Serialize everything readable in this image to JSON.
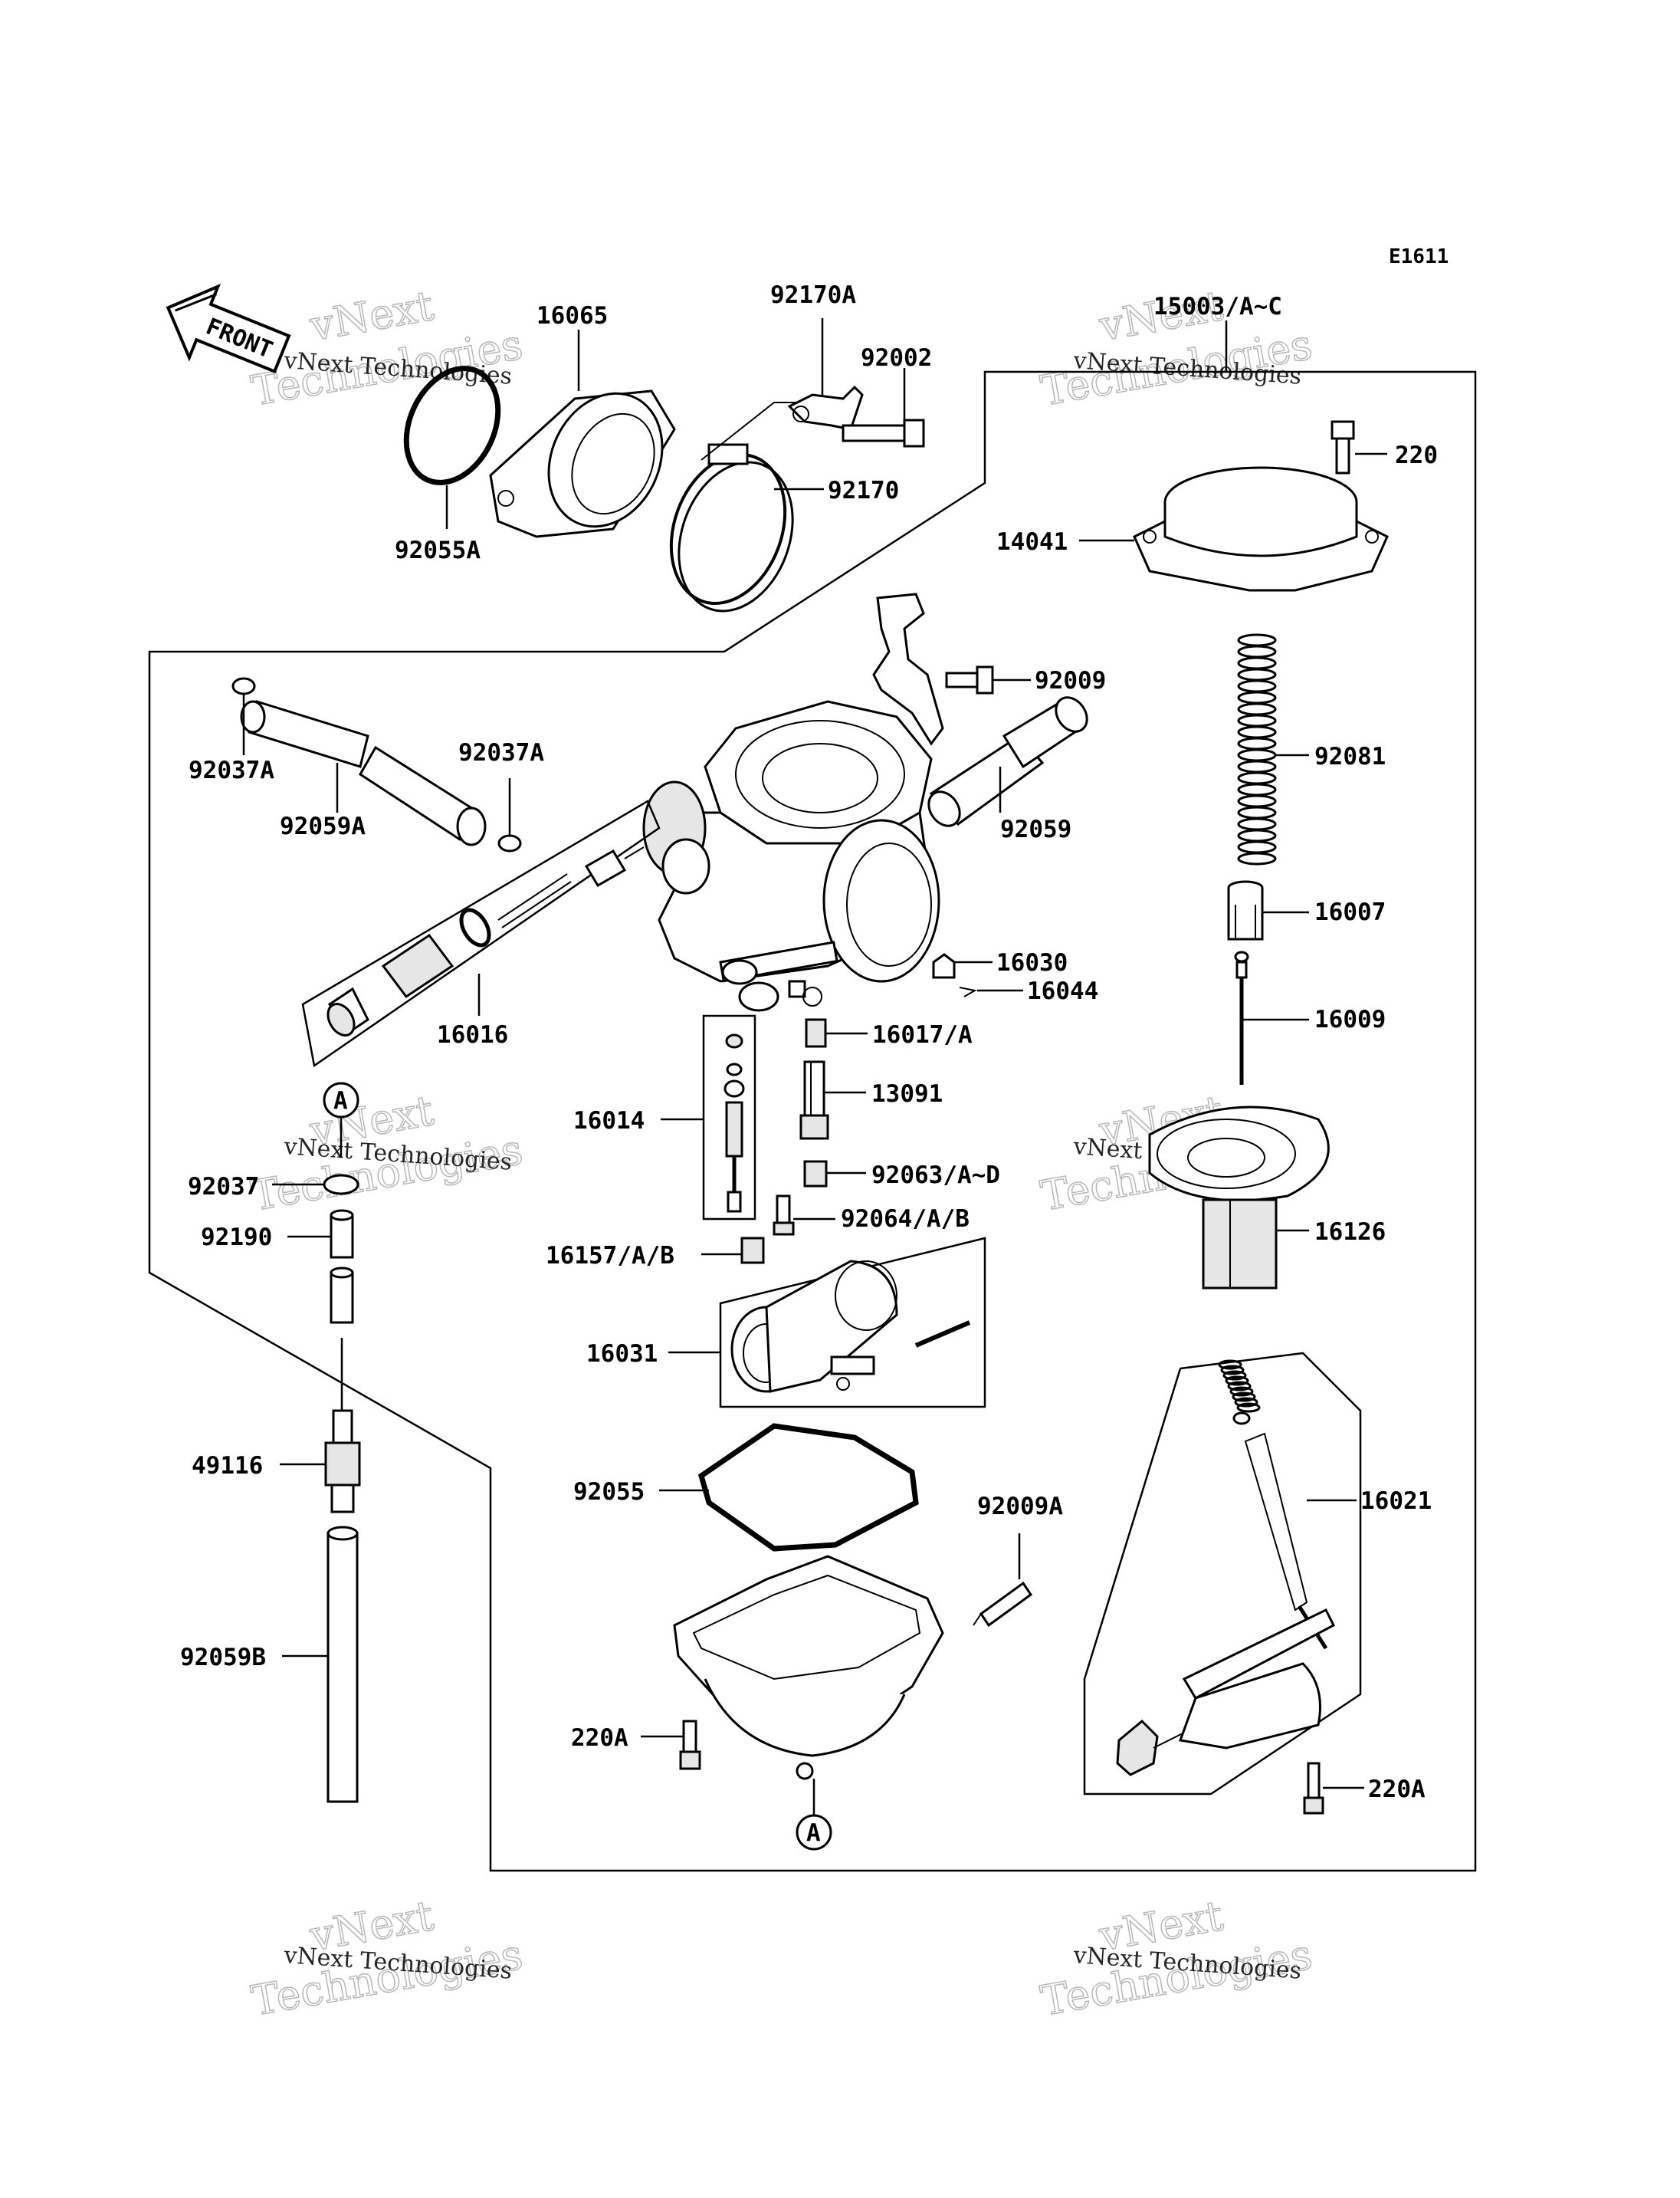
{
  "diagram_code": "E1611",
  "front_label": "FRONT",
  "ref_marker": "A",
  "watermarks": [
    {
      "line1": "vNext",
      "line2": "Technologies",
      "small": "vNext Technologies"
    },
    {
      "line1": "vNext",
      "line2": "Technologies",
      "small": "vNext Technologies"
    },
    {
      "line1": "vNext",
      "line2": "Technologies",
      "small": "vNext Technologies"
    },
    {
      "line1": "vNext",
      "line2": "Technologies",
      "small": "vNext Technologies"
    },
    {
      "line1": "vNext",
      "line2": "Technologies",
      "small": "vNext Technologies"
    },
    {
      "line1": "vNext",
      "line2": "Technologies",
      "small": "vNext Technologies"
    }
  ],
  "parts": [
    {
      "id": "16065",
      "label": "16065"
    },
    {
      "id": "92170A",
      "label": "92170A"
    },
    {
      "id": "92002",
      "label": "92002"
    },
    {
      "id": "15003",
      "label": "15003/A~C"
    },
    {
      "id": "220",
      "label": "220"
    },
    {
      "id": "92170",
      "label": "92170"
    },
    {
      "id": "92055A",
      "label": "92055A"
    },
    {
      "id": "14041",
      "label": "14041"
    },
    {
      "id": "92009",
      "label": "92009"
    },
    {
      "id": "92037A-1",
      "label": "92037A"
    },
    {
      "id": "92037A-2",
      "label": "92037A"
    },
    {
      "id": "92081",
      "label": "92081"
    },
    {
      "id": "92059A",
      "label": "92059A"
    },
    {
      "id": "92059",
      "label": "92059"
    },
    {
      "id": "16007",
      "label": "16007"
    },
    {
      "id": "16030",
      "label": "16030"
    },
    {
      "id": "16044",
      "label": "16044"
    },
    {
      "id": "16016",
      "label": "16016"
    },
    {
      "id": "16017",
      "label": "16017/A"
    },
    {
      "id": "16009",
      "label": "16009"
    },
    {
      "id": "13091",
      "label": "13091"
    },
    {
      "id": "16014",
      "label": "16014"
    },
    {
      "id": "92037",
      "label": "92037"
    },
    {
      "id": "92063",
      "label": "92063/A~D"
    },
    {
      "id": "92064",
      "label": "92064/A/B"
    },
    {
      "id": "16126",
      "label": "16126"
    },
    {
      "id": "92190",
      "label": "92190"
    },
    {
      "id": "16157",
      "label": "16157/A/B"
    },
    {
      "id": "16031",
      "label": "16031"
    },
    {
      "id": "49116",
      "label": "49116"
    },
    {
      "id": "92055",
      "label": "92055"
    },
    {
      "id": "16021",
      "label": "16021"
    },
    {
      "id": "92009A",
      "label": "92009A"
    },
    {
      "id": "92059B",
      "label": "92059B"
    },
    {
      "id": "220A-1",
      "label": "220A"
    },
    {
      "id": "220A-2",
      "label": "220A"
    }
  ]
}
